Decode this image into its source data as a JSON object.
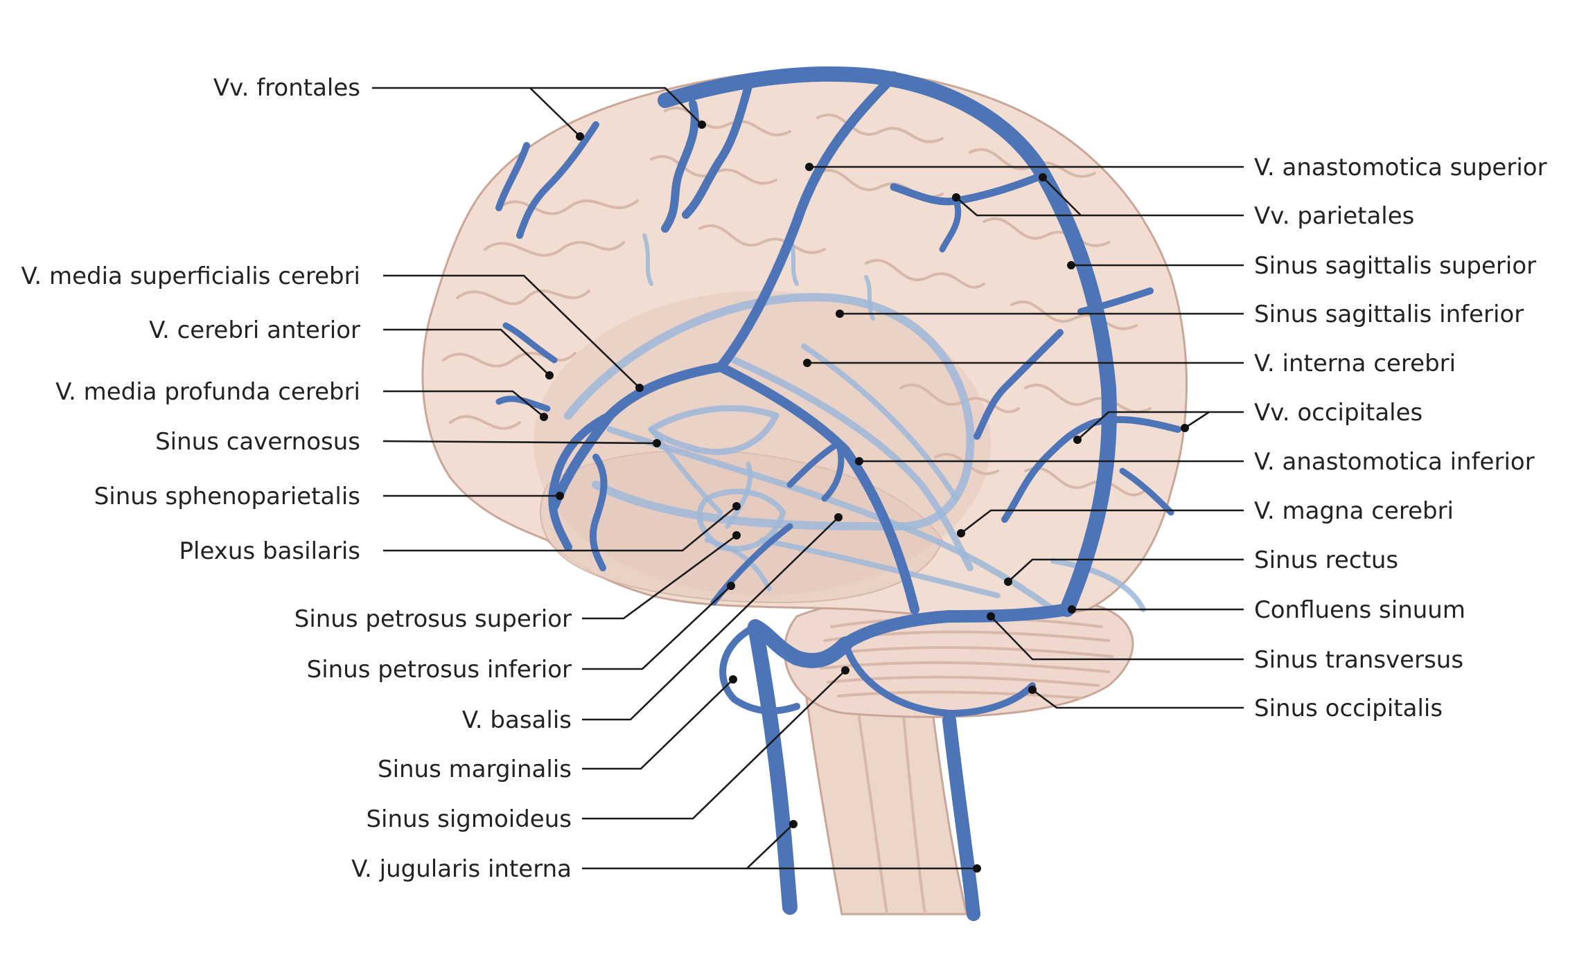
{
  "colors": {
    "background": "#ffffff",
    "brain_tissue": "#f1ddd2",
    "brain_shadow": "#e6c9bc",
    "brain_outline": "#c9a698",
    "vein_superficial": "#4e74b8",
    "vein_deep": "#9db7d8",
    "label_text": "#222222",
    "leader_line": "#1a1a1a"
  },
  "labels_left": [
    {
      "id": "vv-frontales",
      "text": "Vv. frontales"
    },
    {
      "id": "v-media-superficialis-cerebri",
      "text": "V. media superficialis cerebri"
    },
    {
      "id": "v-cerebri-anterior",
      "text": "V. cerebri anterior"
    },
    {
      "id": "v-media-profunda-cerebri",
      "text": "V. media profunda cerebri"
    },
    {
      "id": "sinus-cavernosus",
      "text": "Sinus cavernosus"
    },
    {
      "id": "sinus-sphenoparietalis",
      "text": "Sinus sphenoparietalis"
    },
    {
      "id": "plexus-basilaris",
      "text": "Plexus basilaris"
    },
    {
      "id": "sinus-petrosus-superior",
      "text": "Sinus petrosus superior"
    },
    {
      "id": "sinus-petrosus-inferior",
      "text": "Sinus petrosus inferior"
    },
    {
      "id": "v-basalis",
      "text": "V. basalis"
    },
    {
      "id": "sinus-marginalis",
      "text": "Sinus marginalis"
    },
    {
      "id": "sinus-sigmoideus",
      "text": "Sinus sigmoideus"
    },
    {
      "id": "v-jugularis-interna",
      "text": "V. jugularis interna"
    }
  ],
  "labels_right": [
    {
      "id": "v-anastomotica-superior",
      "text": "V. anastomotica superior"
    },
    {
      "id": "vv-parietales",
      "text": "Vv. parietales"
    },
    {
      "id": "sinus-sagittalis-superior",
      "text": "Sinus sagittalis superior"
    },
    {
      "id": "sinus-sagittalis-inferior",
      "text": "Sinus sagittalis inferior"
    },
    {
      "id": "v-interna-cerebri",
      "text": "V. interna cerebri"
    },
    {
      "id": "vv-occipitales",
      "text": "Vv. occipitales"
    },
    {
      "id": "v-anastomotica-inferior",
      "text": "V. anastomotica inferior"
    },
    {
      "id": "v-magna-cerebri",
      "text": "V. magna cerebri"
    },
    {
      "id": "sinus-rectus",
      "text": "Sinus rectus"
    },
    {
      "id": "confluens-sinuum",
      "text": "Confluens sinuum"
    },
    {
      "id": "sinus-transversus",
      "text": "Sinus transversus"
    },
    {
      "id": "sinus-occipitalis",
      "text": "Sinus occipitalis"
    }
  ]
}
